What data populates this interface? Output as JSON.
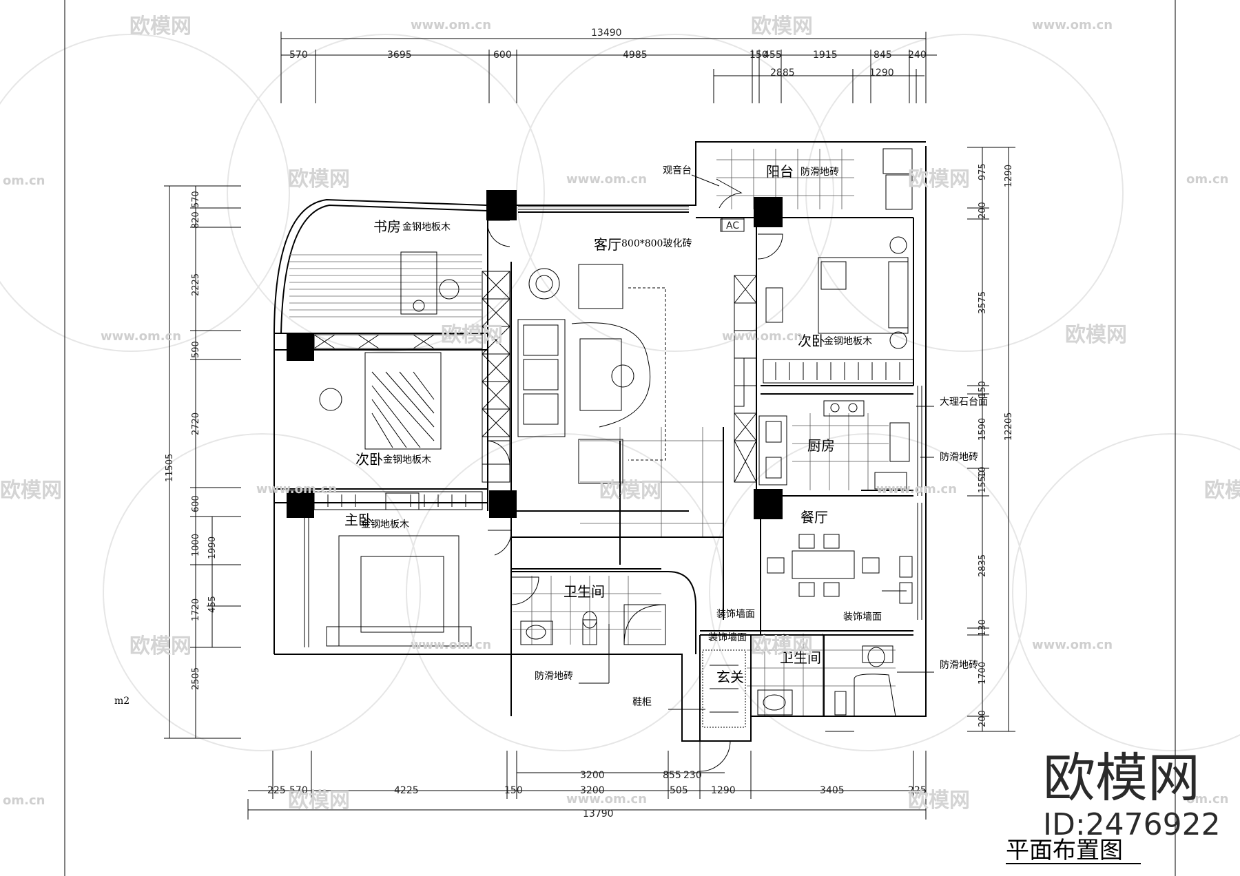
{
  "drawing_title": "平面布置图",
  "watermark": {
    "brand": "欧模网",
    "url": "www.om.cn",
    "url_short": "om.cn",
    "logo_text": "欧模网",
    "id_text": "ID:2476922"
  },
  "scale_note": "m2",
  "rooms": {
    "study": "书房",
    "study_floor": "金钢地板木",
    "living": "客厅",
    "living_floor": "800*800玻化砖",
    "balcony": "阳台",
    "balcony_floor": "防滑地砖",
    "guanyin_tai": "观音台",
    "ac": "AC",
    "bedroom2_left": "次卧",
    "bedroom2_left_floor": "金钢地板木",
    "bedroom2_right": "次卧",
    "bedroom2_right_floor": "金钢地板木",
    "kitchen": "厨房",
    "dining": "餐厅",
    "master": "主卧",
    "master_floor": "金钢地板木",
    "bath1": "卫生间",
    "bath2": "卫生间",
    "foyer": "玄关"
  },
  "notes": {
    "marble_counter": "大理石台面",
    "antislip_kitchen": "防滑地砖",
    "decor_wall_1": "装饰墙面",
    "decor_wall_2": "装饰墙面",
    "decor_wall_3": "装饰墙面",
    "antislip_bath1": "防滑地砖",
    "antislip_bath2": "防滑地砖",
    "shoe_cabinet": "鞋柜"
  },
  "dims_top": {
    "total": "13490",
    "s1": "570",
    "s2": "3695",
    "s3": "600",
    "s4": "4985",
    "s5": "150",
    "s6": "455",
    "s7": "1915",
    "s8": "845",
    "s9": "240",
    "r2a": "2885",
    "r2b": "1290"
  },
  "dims_bottom": {
    "total": "13790",
    "s1": "225",
    "s2": "570",
    "s3": "4225",
    "s4": "150",
    "s5": "3200",
    "s6": "505",
    "s7": "1290",
    "s8": "3405",
    "s9": "225",
    "u1": "3200",
    "u2": "855",
    "u3": "230"
  },
  "dims_left": {
    "total": "11505",
    "s1": "570",
    "s2": "820",
    "s3": "2225",
    "s4": "590",
    "s5": "2720",
    "s6": "600",
    "s7": "1000",
    "s8": "1720",
    "s9": "2505",
    "i1": "1990",
    "i2": "455"
  },
  "dims_right": {
    "total": "12205",
    "s1": "1290",
    "s2": "975",
    "s3": "200",
    "s4": "3575",
    "s5": "150",
    "s6": "1590",
    "s7": "10",
    "s8": "1550",
    "s9": "2835",
    "s10": "130",
    "s11": "1700",
    "s12": "200"
  }
}
